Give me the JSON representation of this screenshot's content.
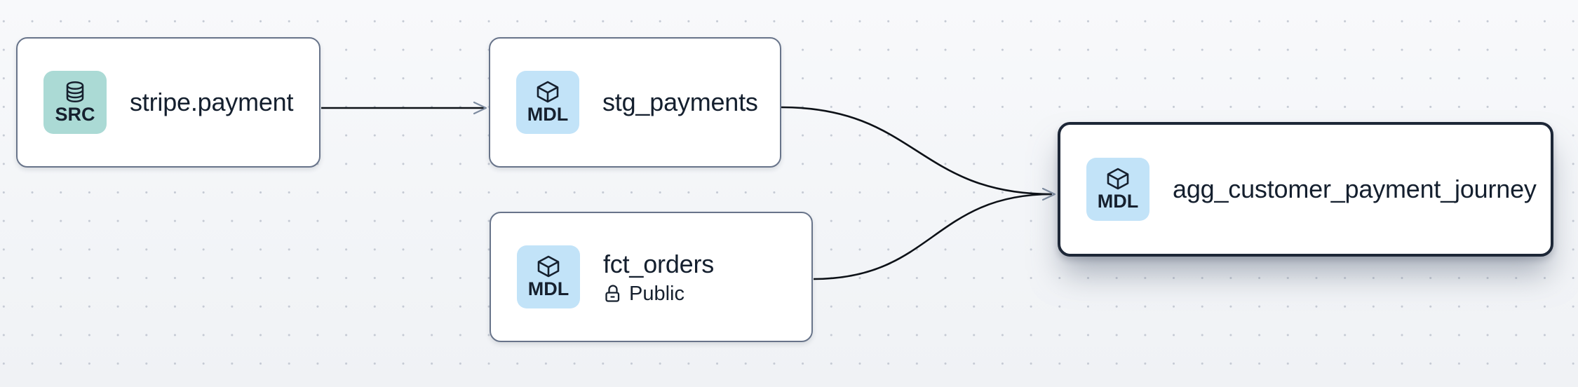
{
  "canvas": {
    "background_top": "#f8f9fb",
    "background_bottom": "#f0f2f5",
    "dot_color": "#c5cad4",
    "edge_color": "#0d1117",
    "arrowhead_color": "#7e8ca0",
    "node_border_color": "#68748a",
    "selected_node_border_color": "#1d2737",
    "text_color": "#141f2e"
  },
  "badge_colors": {
    "src": "#abdad5",
    "mdl": "#c2e3f8"
  },
  "nodes": {
    "stripe_payment": {
      "title": "stripe.payment",
      "type_label": "SRC",
      "icon": "database-icon",
      "selected": false
    },
    "stg_payments": {
      "title": "stg_payments",
      "type_label": "MDL",
      "icon": "cube-icon",
      "selected": false
    },
    "fct_orders": {
      "title": "fct_orders",
      "type_label": "MDL",
      "icon": "cube-icon",
      "visibility": "Public",
      "visibility_icon": "lock-open-icon",
      "selected": false
    },
    "agg_customer_payment_journey": {
      "title": "agg_customer_payment_journey",
      "type_label": "MDL",
      "icon": "cube-icon",
      "selected": true
    }
  },
  "edges": [
    {
      "from": "stripe_payment",
      "to": "stg_payments"
    },
    {
      "from": "stg_payments",
      "to": "agg_customer_payment_journey"
    },
    {
      "from": "fct_orders",
      "to": "agg_customer_payment_journey"
    }
  ]
}
